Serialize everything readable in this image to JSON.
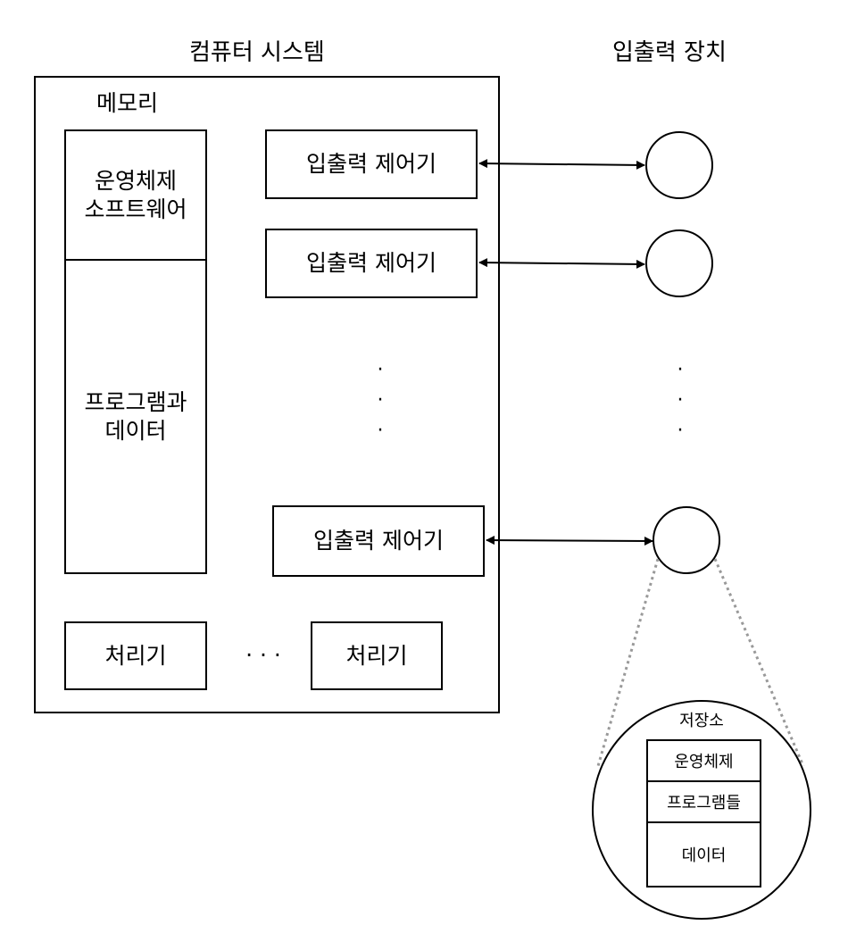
{
  "titles": {
    "computer_system": "컴퓨터 시스템",
    "io_devices": "입출력 장치"
  },
  "memory": {
    "label": "메모리",
    "os_software": [
      "운영체제",
      "소프트웨어"
    ],
    "programs_data": [
      "프로그램과",
      "데이터"
    ]
  },
  "io_controllers": [
    "입출력 제어기",
    "입출력 제어기",
    "입출력 제어기"
  ],
  "processors": [
    "처리기",
    "처리기"
  ],
  "ellipsis_h": "· · ·",
  "ellipsis_v": [
    "·",
    "·",
    "·"
  ],
  "storage": {
    "label": "저장소",
    "items": [
      "운영체제",
      "프로그램들",
      "데이터"
    ]
  }
}
